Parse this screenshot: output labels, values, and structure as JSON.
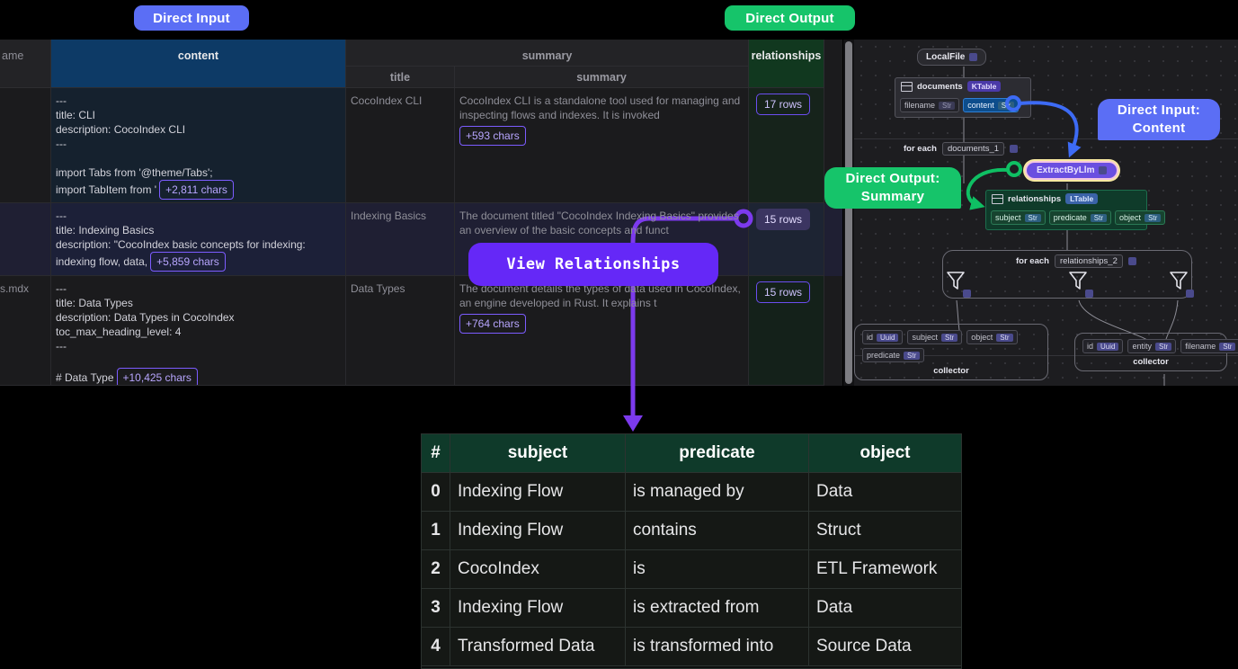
{
  "top_badges": {
    "direct_input": "Direct Input",
    "direct_output": "Direct Output"
  },
  "colors": {
    "direct_input_blue": "#5b6ef5",
    "direct_output_green": "#16c46a",
    "callout_purple": "#6528f7",
    "content_header_blue": "#0d3a66",
    "relationships_header_green": "#11381f",
    "table_header_green": "#0f3a2a"
  },
  "grid": {
    "group_headers": [
      {
        "label": "ame",
        "key": "filename"
      },
      {
        "label": "content",
        "key": "content"
      },
      {
        "label": "summary",
        "key": "summary"
      },
      {
        "label": "relationships",
        "key": "relationships"
      }
    ],
    "sub_headers": {
      "title": "title",
      "summary": "summary"
    },
    "rows": [
      {
        "filename": "",
        "content": "---\ntitle: CLI\ndescription: CocoIndex CLI\n---\n\nimport Tabs from '@theme/Tabs';\nimport TabItem from '",
        "content_chip": "+2,811 chars",
        "title": "CocoIndex CLI",
        "summary": "CocoIndex CLI is a standalone tool used for managing and inspecting flows and indexes. It is invoked",
        "summary_chip": "+593 chars",
        "rows_badge": "17 rows"
      },
      {
        "filename": "",
        "content": "---\ntitle: Indexing Basics\ndescription: \"CocoIndex basic concepts for indexing:\nindexing flow, data,",
        "content_chip": "+5,859 chars",
        "title": "Indexing Basics",
        "summary": "The document titled \"CocoIndex Indexing Basics\" provides an overview of the basic concepts and funct",
        "summary_chip": "",
        "rows_badge": "15 rows"
      },
      {
        "filename": "s.mdx",
        "content": "---\ntitle: Data Types\ndescription: Data Types in CocoIndex\ntoc_max_heading_level: 4\n---\n\n# Data Type",
        "content_chip": "+10,425 chars",
        "title": "Data Types",
        "summary": "The document details the types of data used in CocoIndex, an engine developed in Rust. It explains t",
        "summary_chip": "+764 chars",
        "rows_badge": "15 rows"
      }
    ]
  },
  "callouts": {
    "view_relationships": "View Relationships",
    "direct_input_line1": "Direct Input:",
    "direct_input_line2": "Content",
    "direct_output_line1": "Direct Output:",
    "direct_output_line2": "Summary"
  },
  "flow": {
    "source_node": "LocalFile",
    "documents_table": {
      "name": "documents",
      "type_tag": "KTable",
      "fields": [
        {
          "name": "filename",
          "type": "Str",
          "selected": false
        },
        {
          "name": "content",
          "type": "Str",
          "selected": true
        }
      ]
    },
    "for_each_1": {
      "label": "for each",
      "value": "documents_1"
    },
    "transform_node": "ExtractByLlm",
    "relationships_table": {
      "name": "relationships",
      "type_tag": "LTable",
      "fields": [
        {
          "name": "subject",
          "type": "Str"
        },
        {
          "name": "predicate",
          "type": "Str"
        },
        {
          "name": "object",
          "type": "Str"
        }
      ]
    },
    "for_each_2": {
      "label": "for each",
      "value": "relationships_2"
    },
    "collector_left": {
      "label": "collector",
      "fields": [
        {
          "name": "id",
          "type": "Uuid"
        },
        {
          "name": "subject",
          "type": "Str"
        },
        {
          "name": "object",
          "type": "Str"
        },
        {
          "name": "predicate",
          "type": "Str"
        }
      ]
    },
    "collector_right": {
      "label": "collector",
      "fields": [
        {
          "name": "id",
          "type": "Uuid"
        },
        {
          "name": "entity",
          "type": "Str"
        },
        {
          "name": "filename",
          "type": "Str"
        }
      ]
    }
  },
  "relationships_table": {
    "columns": [
      "#",
      "subject",
      "predicate",
      "object"
    ],
    "rows": [
      {
        "n": "0",
        "subject": "Indexing Flow",
        "predicate": "is managed by",
        "object": "Data"
      },
      {
        "n": "1",
        "subject": "Indexing Flow",
        "predicate": "contains",
        "object": "Struct"
      },
      {
        "n": "2",
        "subject": "CocoIndex",
        "predicate": "is",
        "object": "ETL Framework"
      },
      {
        "n": "3",
        "subject": "Indexing Flow",
        "predicate": "is extracted from",
        "object": "Data"
      },
      {
        "n": "4",
        "subject": "Transformed Data",
        "predicate": "is transformed into",
        "object": "Source Data"
      }
    ]
  }
}
